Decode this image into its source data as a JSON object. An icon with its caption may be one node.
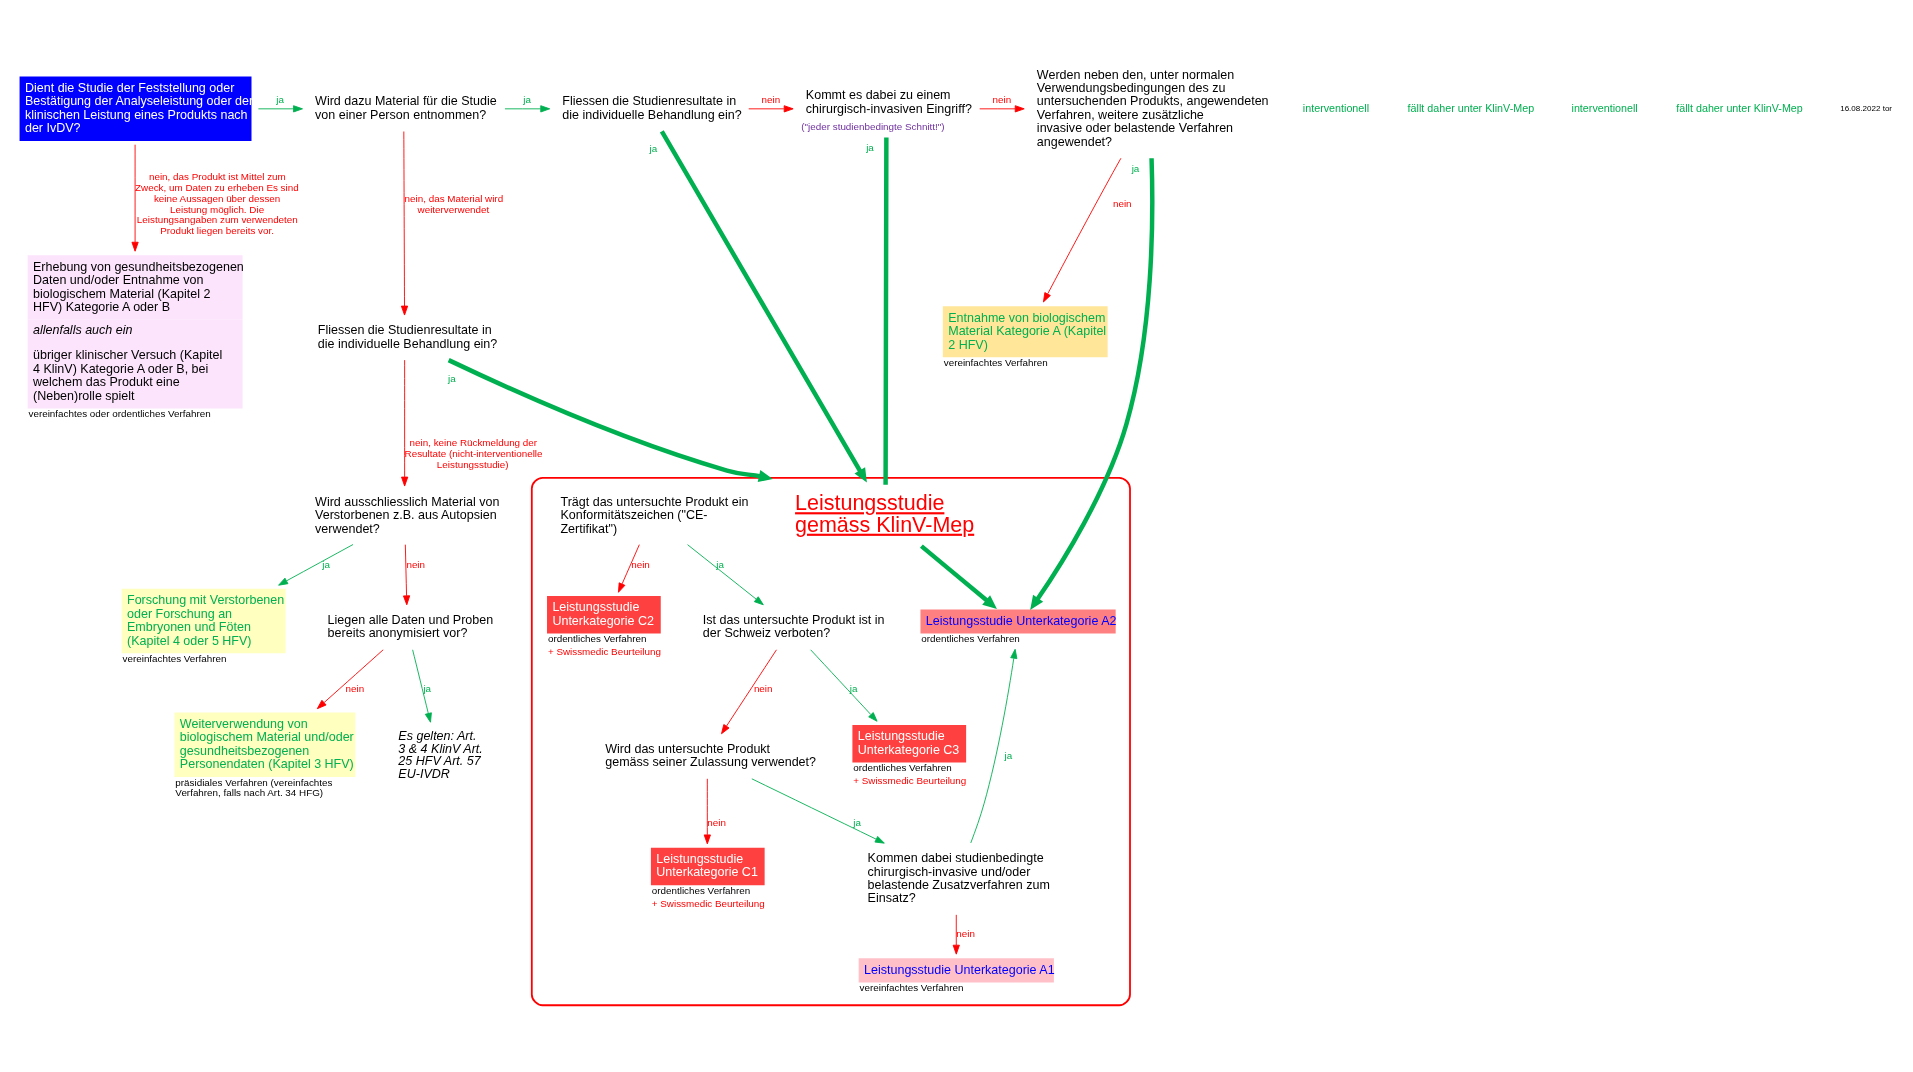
{
  "diagram": {
    "nodes": [
      {
        "text": [
          "Dient die Studie der Feststellung oder Bestätigung der Analyseleistung oder der klinischen Leistung eines Produkts nach der IvDV?"
        ]
      },
      {
        "text": [
          "Wird dazu Material für die Studie von einer Person entnommen?"
        ]
      },
      {
        "text": [
          "Fliessen die Studienresultate in die individuelle Behandlung ein?"
        ]
      },
      {
        "text": [
          "Kommt es dabei zu einem chirurgisch-invasiven Eingriff?"
        ],
        "beside": [
          "(\"jeder studienbedingte Schnitt!\")"
        ]
      },
      {
        "text": [
          "Werden neben den, unter normalen Verwendungsbedingungen des zu untersuchenden Produkts, angewendeten Verfahren, weitere zusätzliche invasive oder belastende Verfahren angewendet?"
        ]
      },
      {
        "text": [
          "Erhebung von gesundheitsbezogenen Daten und/oder Entnahme von biologischem Material (Kapitel 2 HFV) Kategorie A oder B",
          "allenfalls auch ein",
          "übriger klinischer Versuch (Kapitel 4 KlinV) Kategorie A oder B, bei welchem das Produkt eine (Neben)rolle spielt"
        ],
        "beside": [
          "vereinfachtes oder ordentliches Verfahren"
        ]
      },
      {
        "text": [
          "Fliessen die Studienresultate in die individuelle Behandlung ein?"
        ]
      },
      {
        "text": [
          "Wird ausschliesslich Material von Verstorbenen z.B. aus Autopsien verwendet?"
        ]
      },
      {
        "text": [
          "Liegen alle Daten und Proben bereits anonymisiert vor?"
        ]
      },
      {
        "text": [
          "Weiterverwendung von biologischem Material und/oder gesundheitsbezogenen Personendaten (Kapitel 3 HFV)"
        ],
        "beside": [
          "präsidiales Verfahren (vereinfachtes Verfahren, falls nach Art. 34 HFG)"
        ]
      },
      {
        "text": [
          "Es gelten: Art. 3 & 4 KlinV Art. 25 HFV Art. 57 EU-IVDR"
        ]
      },
      {
        "text": [
          "Entnahme von biologischem Material Kategorie A (Kapitel 2 HFV)"
        ],
        "beside": [
          "vereinfachtes Verfahren"
        ]
      },
      {
        "text": [
          "Forschung mit Verstorbenen oder Forschung an Embryonen und Föten (Kapitel 4 oder 5 HFV)"
        ],
        "beside": [
          "vereinfachtes Verfahren"
        ]
      },
      {
        "text": [],
        "shape": "ellipse"
      },
      {
        "text": [
          "Leistungsstudie gemäss KlinV-Mep"
        ],
        "in": 13
      },
      {
        "text": [
          "Trägt das untersuchte Produkt ein Konformitätszeichen (\"CE-Zertifikat\")"
        ],
        "in": 13
      },
      {
        "text": [
          "Leistungsstudie Unterkategorie A2"
        ],
        "beside": [
          "ordentliches Verfahren"
        ],
        "in": 13
      },
      {
        "text": [
          "Ist das untersuchte Produkt ist in der Schweiz verboten?"
        ],
        "in": 13
      },
      {
        "text": [
          "Leistungsstudie Unterkategorie C2"
        ],
        "beside": [
          "ordentliches Verfahren",
          "+ Swissmedic Beurteilung"
        ],
        "in": 13
      },
      {
        "text": [
          "Wird das untersuchte Produkt gemäss seiner Zulassung verwendet?"
        ],
        "in": 13
      },
      {
        "text": [
          "Kommen dabei studienbedingte chirurgisch-invasive und/oder belastende Zusatzverfahren zum Einsatz?"
        ],
        "in": 13
      },
      {
        "text": [
          "Leistungsstudie Unterkategorie C3"
        ],
        "beside": [
          "ordentliches Verfahren",
          "+ Swissmedic Beurteilung"
        ],
        "in": 13
      },
      {
        "text": [
          "Leistungsstudie Unterkategorie C1"
        ],
        "beside": [
          "ordentliches Verfahren",
          "+ Swissmedic Beurteilung"
        ],
        "in": 13
      },
      {
        "text": [
          "Leistungsstudie Unterkategorie A1"
        ],
        "beside": [
          "vereinfachtes Verfahren"
        ],
        "in": 13
      }
    ],
    "edges": [
      {
        "from": 0,
        "to": 1,
        "arrow": "to",
        "label": "ja"
      },
      {
        "from": 0,
        "to": 5,
        "arrow": "to",
        "color": "#ff0000",
        "label": "nein, das Produkt ist Mittel zum Zweck, um Daten zu erheben Es sind keine Aussagen über dessen Leistung möglich. Die Leistungsangaben zum verwendeten Produkt liegen bereits vor."
      },
      {
        "from": 1,
        "to": 2,
        "arrow": "to",
        "label": "ja"
      },
      {
        "from": 1,
        "to": 6,
        "arrow": "to",
        "color": "#ff0000",
        "label": "nein, das Material wird weiterverwendet"
      },
      {
        "from": 2,
        "to": 3,
        "arrow": "to",
        "color": "#ff0000",
        "label": "nein"
      },
      {
        "from": 2,
        "to": 13,
        "arrow": "to",
        "style": "thick",
        "label": "ja"
      },
      {
        "from": 3,
        "to": 4,
        "arrow": "to",
        "color": "#ff0000",
        "label": "nein"
      },
      {
        "from": 3,
        "to": 14,
        "arrow": "none",
        "style": "thick",
        "label": "ja"
      },
      {
        "from": 4,
        "to": 11,
        "arrow": "to",
        "color": "#ff0000",
        "label": "nein"
      },
      {
        "from": 4,
        "to": 16,
        "arrow": "to",
        "style": "thick",
        "label": "ja"
      },
      {
        "from": 6,
        "to": 13,
        "arrow": "to",
        "style": "thick",
        "label": "ja"
      },
      {
        "from": 6,
        "to": 7,
        "arrow": "to",
        "color": "#ff0000",
        "label": "nein, keine Rückmeldung der Resultate (nicht-interventionelle Leistungsstudie)"
      },
      {
        "from": 7,
        "to": 8,
        "arrow": "to",
        "color": "#ff0000",
        "label": "nein"
      },
      {
        "from": 7,
        "to": 12,
        "arrow": "to",
        "label": "ja"
      },
      {
        "from": 8,
        "to": 9,
        "arrow": "to",
        "color": "#ff0000",
        "label": "nein"
      },
      {
        "from": 8,
        "to": 10,
        "arrow": "to",
        "label": "ja"
      },
      {
        "from": 14,
        "to": 16,
        "arrow": "to",
        "style": "thick"
      },
      {
        "from": 15,
        "to": 18,
        "arrow": "to",
        "color": "#ff0000",
        "label": "nein"
      },
      {
        "from": 15,
        "to": 17,
        "arrow": "to",
        "label": "ja"
      },
      {
        "from": 17,
        "to": 21,
        "arrow": "to",
        "label": "ja"
      },
      {
        "from": 17,
        "to": 19,
        "arrow": "to",
        "color": "#ff0000",
        "label": "nein"
      },
      {
        "from": 19,
        "to": 20,
        "arrow": "to",
        "label": "ja"
      },
      {
        "from": 19,
        "to": 22,
        "arrow": "to",
        "color": "#ff0000",
        "label": "nein"
      },
      {
        "from": 20,
        "to": 16,
        "arrow": "to",
        "label": "ja"
      },
      {
        "from": 20,
        "to": 23,
        "arrow": "to",
        "color": "#ff0000",
        "label": "nein"
      }
    ],
    "labels": [
      "interventionell",
      "fällt daher unter KlinV-Mep",
      "interventionell",
      "fällt daher unter KlinV-Mep",
      "16.08.2022 tor"
    ]
  }
}
